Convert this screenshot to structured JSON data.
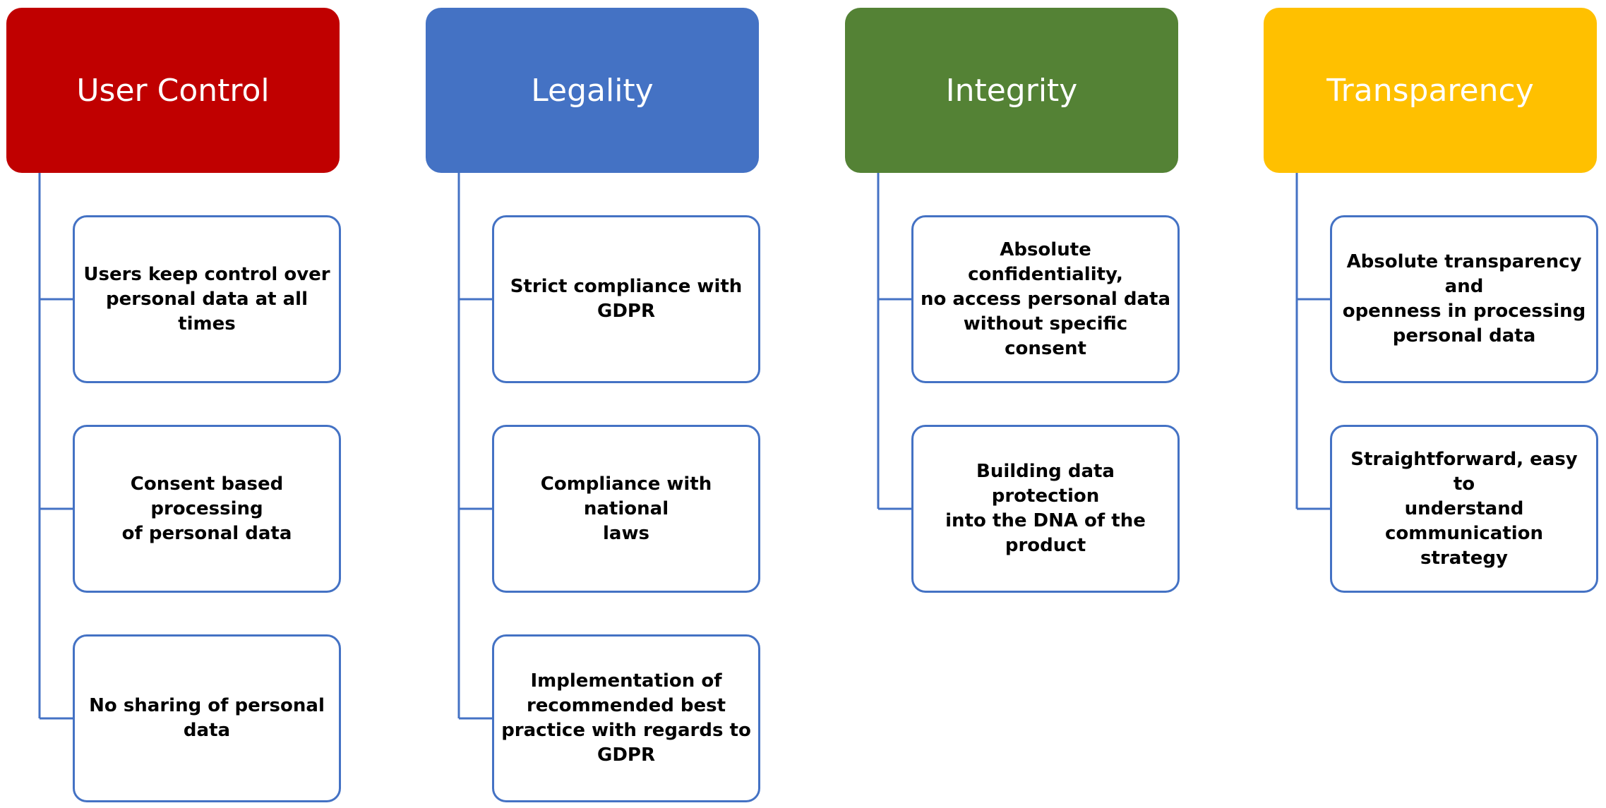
{
  "columns": [
    {
      "title": "User Control",
      "color": "#c00000",
      "items": [
        [
          "Users keep control over",
          "personal data at all times"
        ],
        [
          "Consent based processing",
          "of personal data"
        ],
        [
          "No sharing of personal",
          "data"
        ]
      ]
    },
    {
      "title": "Legality",
      "color": "#4472c4",
      "items": [
        [
          "Strict compliance with",
          "GDPR"
        ],
        [
          "Compliance with national",
          "laws"
        ],
        [
          "Implementation of",
          "recommended best",
          "practice with regards to",
          "GDPR"
        ]
      ]
    },
    {
      "title": "Integrity",
      "color": "#548235",
      "items": [
        [
          "Absolute confidentiality,",
          "no access personal data",
          "without specific consent"
        ],
        [
          "Building data protection",
          "into the DNA of the",
          "product"
        ]
      ]
    },
    {
      "title": "Transparency",
      "color": "#ffc000",
      "items": [
        [
          "Absolute transparency and",
          "openness in processing",
          "personal data"
        ],
        [
          "Straightforward, easy to",
          "understand",
          "communication strategy"
        ]
      ]
    }
  ],
  "line_color": "#4472c4"
}
